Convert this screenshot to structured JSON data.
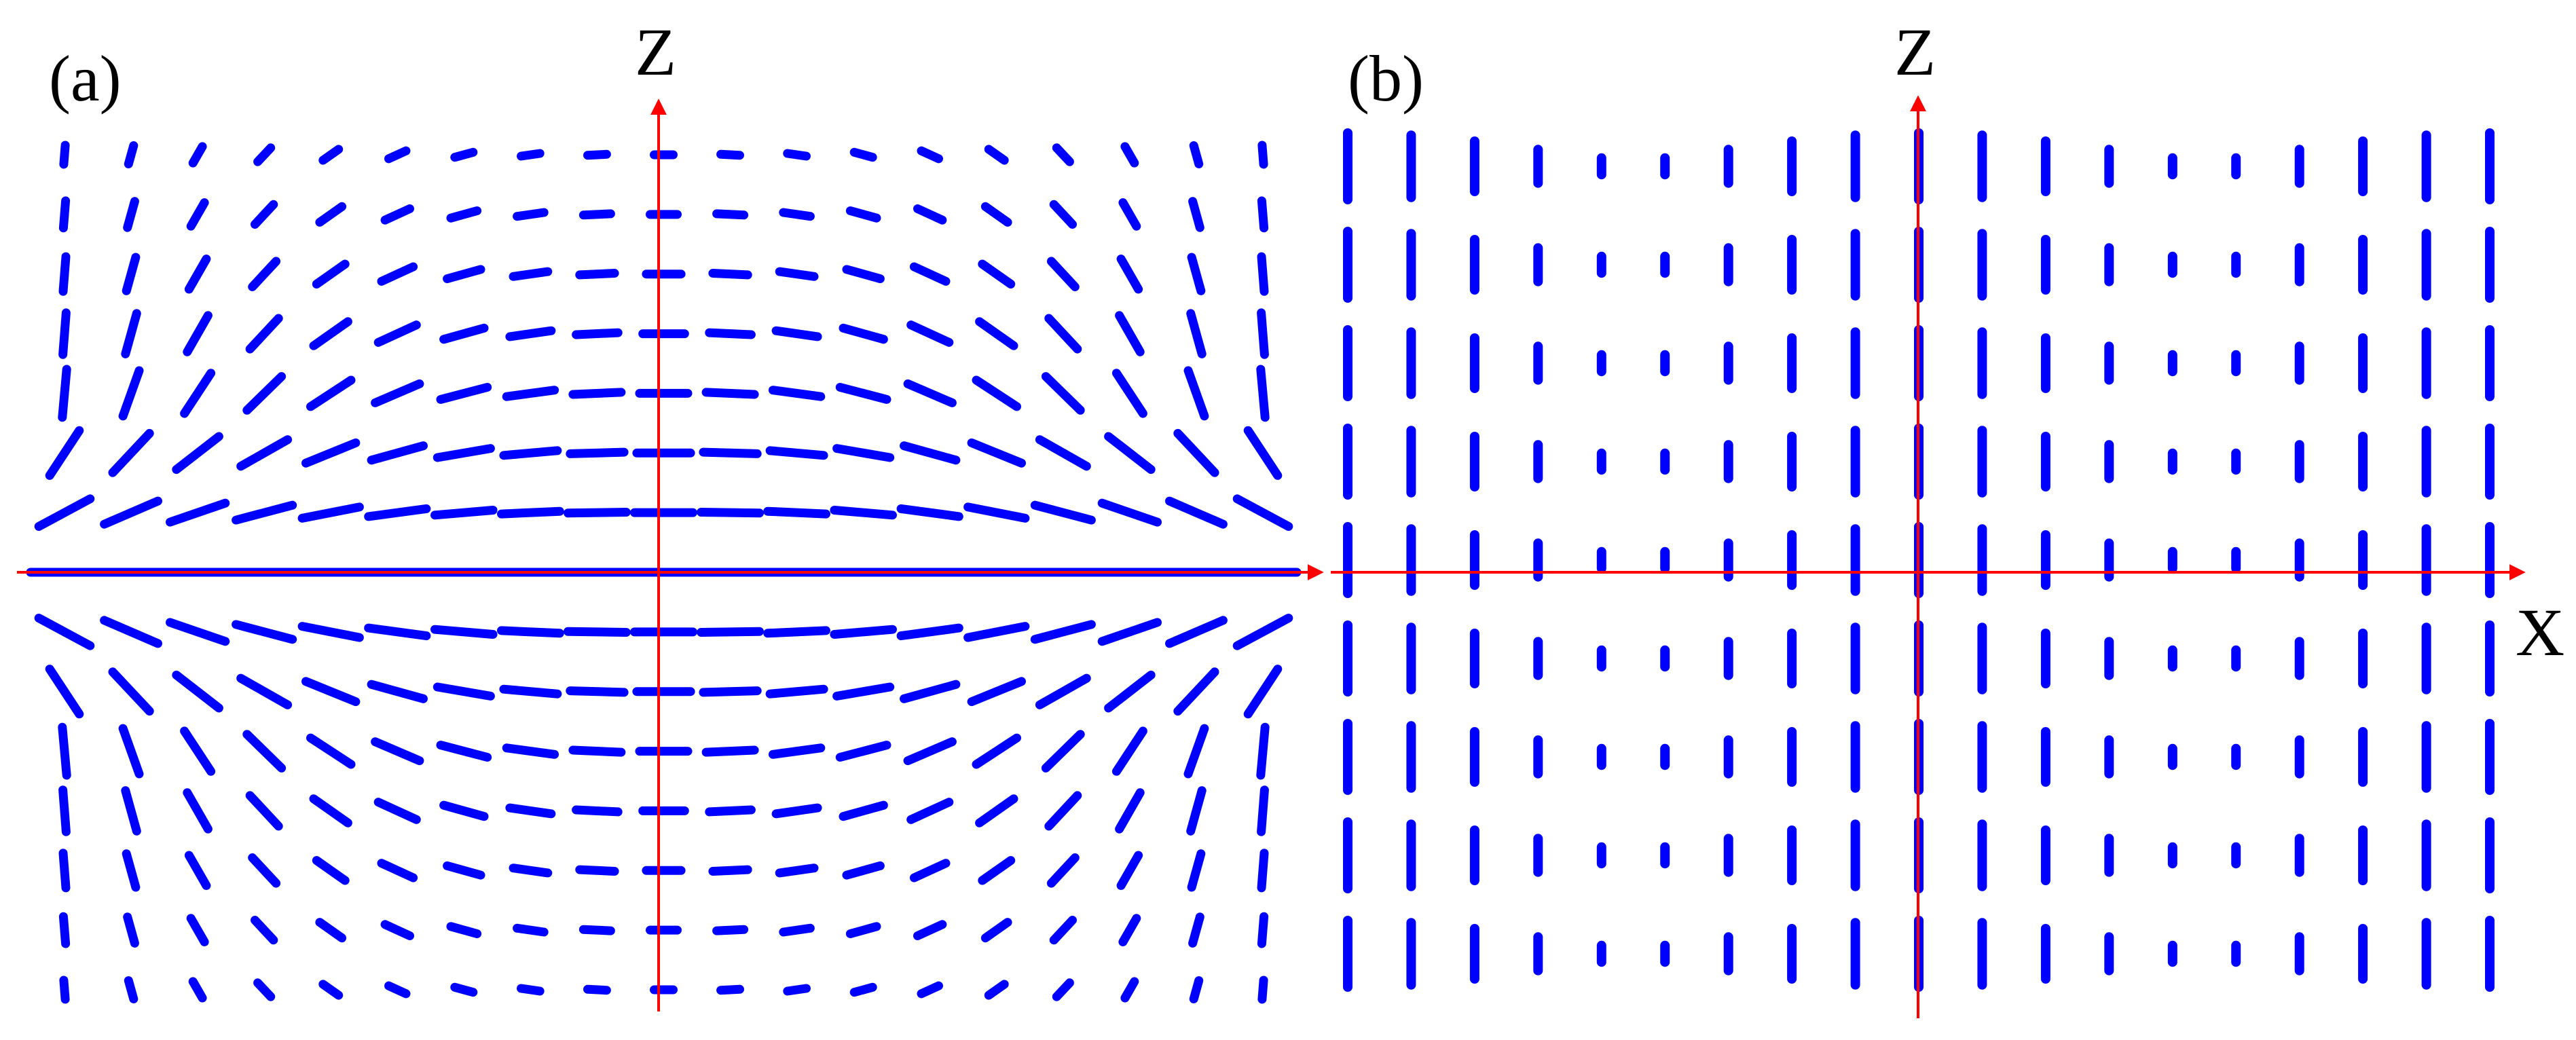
{
  "colors": {
    "axis": "#ff0000",
    "mark": "#0000ff",
    "background": "#ffffff"
  },
  "panels": [
    {
      "id": "a",
      "label": "(a)",
      "axis_labels": {
        "vertical": "Z",
        "horizontal": ""
      },
      "field": {
        "pattern": "tilted-director-field",
        "columns": 19,
        "rows": 15,
        "center_row_horizontal": true
      }
    },
    {
      "id": "b",
      "label": "(b)",
      "axis_labels": {
        "vertical": "Z",
        "horizontal": "X"
      },
      "field": {
        "pattern": "vertical-bars-varying-length",
        "columns": 19,
        "rows": 9,
        "all_vertical": true
      }
    }
  ]
}
